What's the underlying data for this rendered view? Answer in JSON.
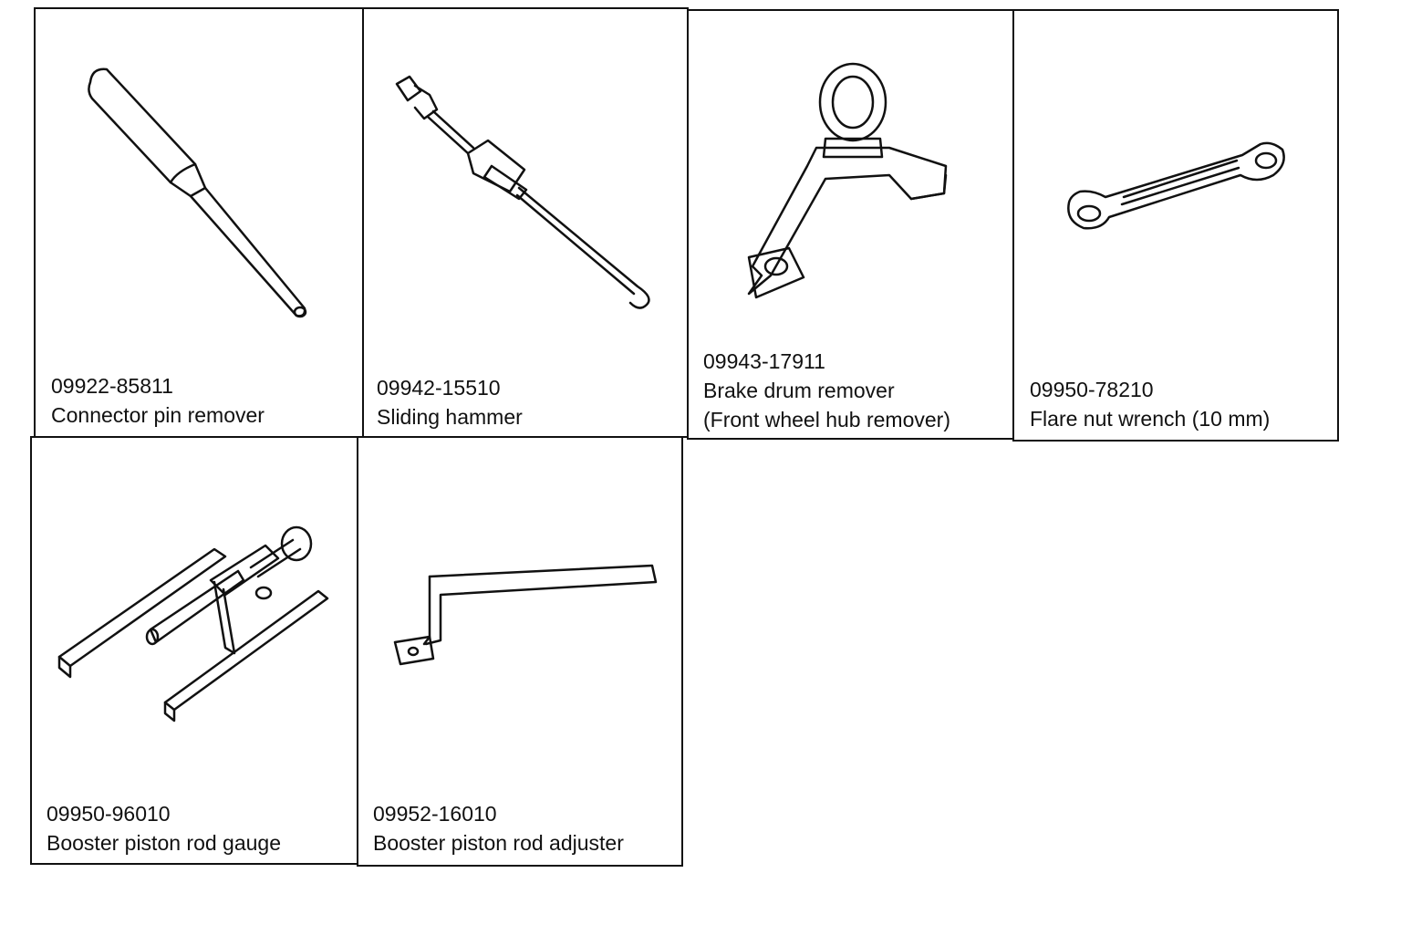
{
  "tools": [
    {
      "part_number": "09922-85811",
      "name": "Connector pin remover",
      "icon": "connector-pin-remover-icon"
    },
    {
      "part_number": "09942-15510",
      "name": "Sliding hammer",
      "icon": "sliding-hammer-icon"
    },
    {
      "part_number": "09943-17911",
      "name": "Brake drum remover",
      "note": "(Front wheel hub remover)",
      "icon": "brake-drum-remover-icon"
    },
    {
      "part_number": "09950-78210",
      "name": "Flare nut wrench (10 mm)",
      "icon": "flare-nut-wrench-icon"
    },
    {
      "part_number": "09950-96010",
      "name": "Booster piston rod gauge",
      "icon": "booster-piston-rod-gauge-icon"
    },
    {
      "part_number": "09952-16010",
      "name": "Booster piston rod adjuster",
      "icon": "booster-piston-rod-adjuster-icon"
    }
  ]
}
